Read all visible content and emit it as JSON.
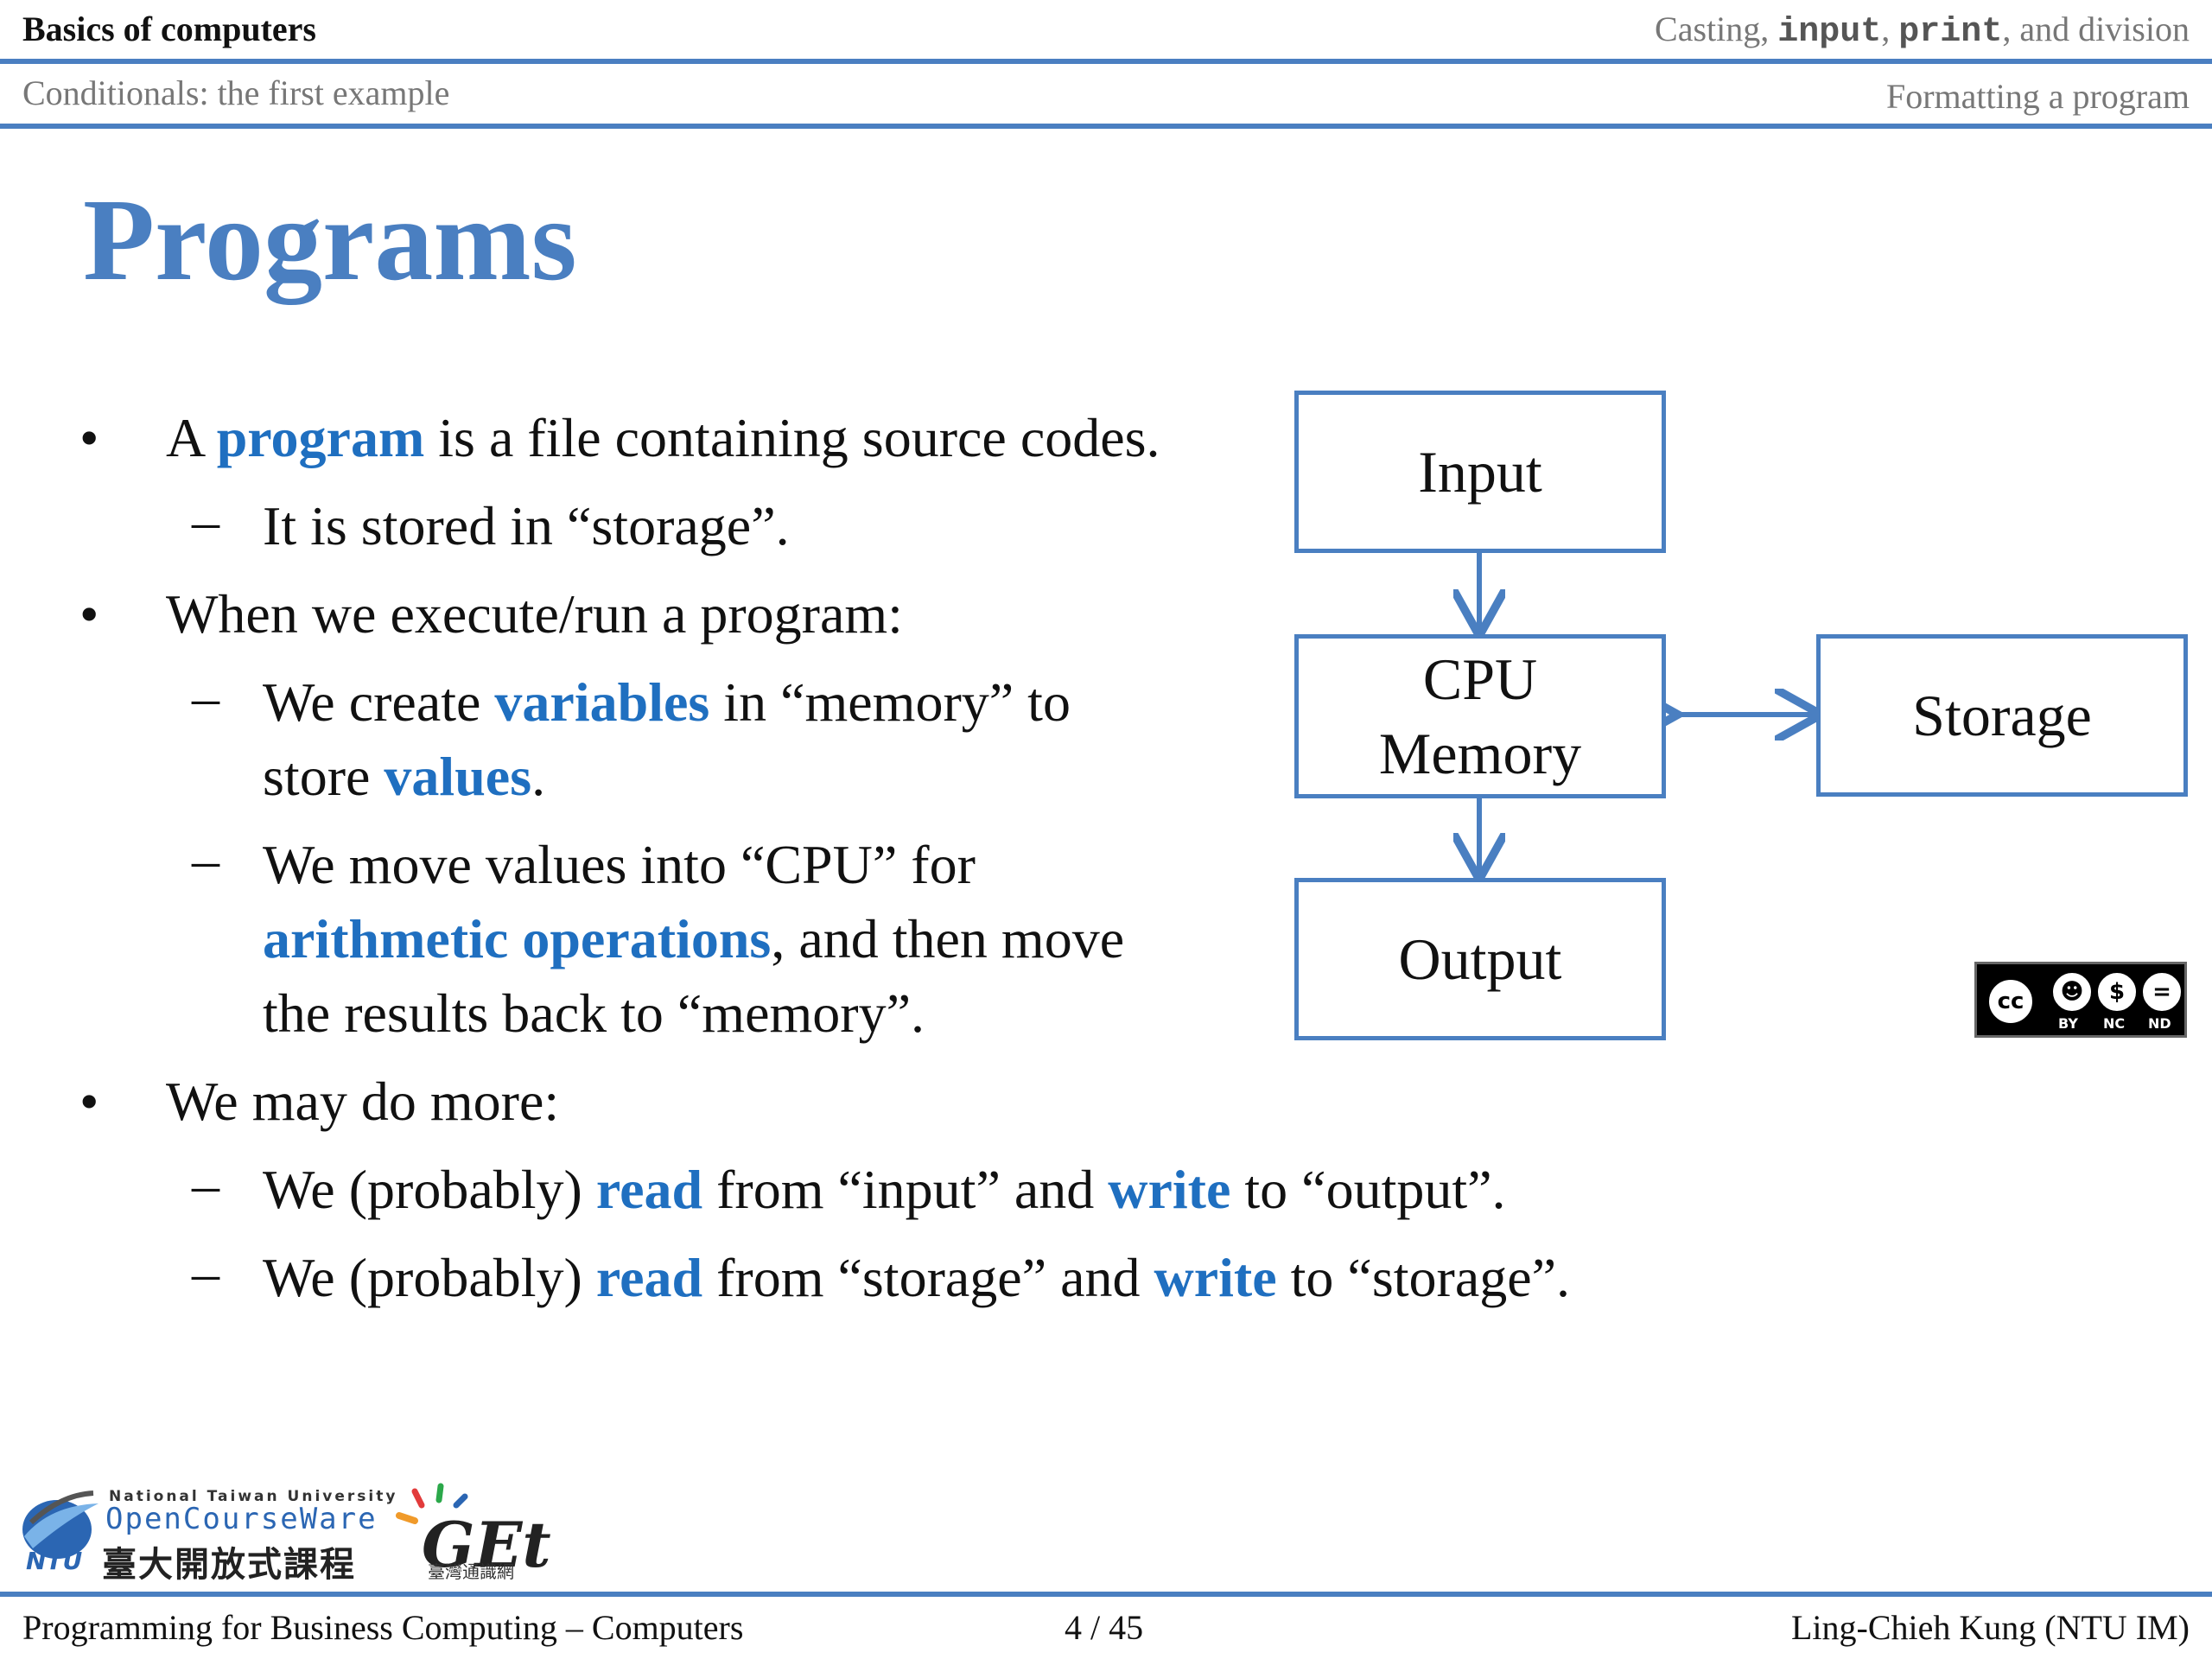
{
  "header": {
    "section": "Basics of computers",
    "right_top_pre": "Casting, ",
    "right_top_code1": "input",
    "right_top_mid": ", ",
    "right_top_code2": "print",
    "right_top_post": ", and division",
    "subsection": "Conditionals: the first example",
    "right_bottom": "Formatting a program"
  },
  "slide": {
    "title": "Programs",
    "b1": {
      "pre": "A ",
      "hl": "program",
      "post": " is a file containing source codes."
    },
    "b1s1": "It is stored in “storage”.",
    "b2": "When we execute/run a program:",
    "b2s1": {
      "pre": "We create ",
      "hl1": "variables",
      "mid": " in “memory” to",
      "line2pre": "store ",
      "hl2": "values",
      "line2post": "."
    },
    "b2s2": {
      "line1": "We move values into “CPU” for",
      "hl": "arithmetic operations",
      "line2post": ", and then move",
      "line3": "the results back to “memory”."
    },
    "b3": "We may do more:",
    "b3s1": {
      "pre": "We (probably) ",
      "hl1": "read",
      "mid": " from “input” and ",
      "hl2": "write",
      "post": " to “output”."
    },
    "b3s2": {
      "pre": "We (probably) ",
      "hl1": "read",
      "mid": " from “storage” and ",
      "hl2": "write",
      "post": " to “storage”."
    },
    "bullet_symbol": "•",
    "dash_symbol": "–"
  },
  "diagram": {
    "input": "Input",
    "cpu": "CPU",
    "memory": "Memory",
    "output": "Output",
    "storage": "Storage",
    "color": "#4a7fc1"
  },
  "license": {
    "cc": "cc",
    "by": "BY",
    "nc": "NC",
    "nd": "ND"
  },
  "logos": {
    "ocw_university": "National Taiwan University",
    "ocw_name": "OpenCourseWare",
    "ocw_chinese": "臺大開放式課程",
    "ntu": "NTU",
    "get": "GEt",
    "get_chinese": "臺灣通識網"
  },
  "footer": {
    "course": "Programming for Business Computing – Computers",
    "page": "4 / 45",
    "author": "Ling-Chieh Kung (NTU IM)"
  }
}
